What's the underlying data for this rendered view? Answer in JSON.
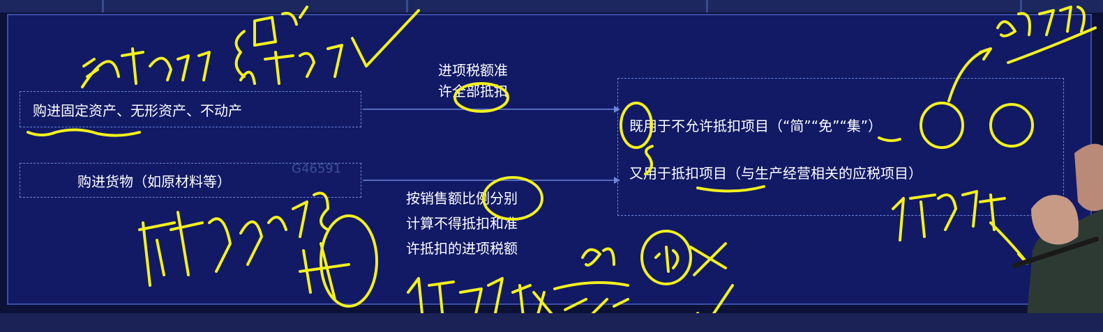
{
  "colors": {
    "background": "#121a66",
    "ink": "#f3f11c",
    "text": "#ffffff",
    "border": "#6d86d8"
  },
  "diagram": {
    "left_box_1": "购进固定资产、无形资产、不动产",
    "left_box_2": "购进货物（如原材料等）",
    "middle_top": [
      "进项税额准",
      "许全部抵扣"
    ],
    "middle_bottom": [
      "按销售额比例分别",
      "计算不得抵扣和准",
      "许抵扣的进项税额"
    ],
    "right_line_1": "既用于不允许抵扣项目（“简”“免”“集”）",
    "right_line_2": "又用于抵扣项目（与生产经营相关的应税项目）"
  },
  "watermark": "G46591"
}
